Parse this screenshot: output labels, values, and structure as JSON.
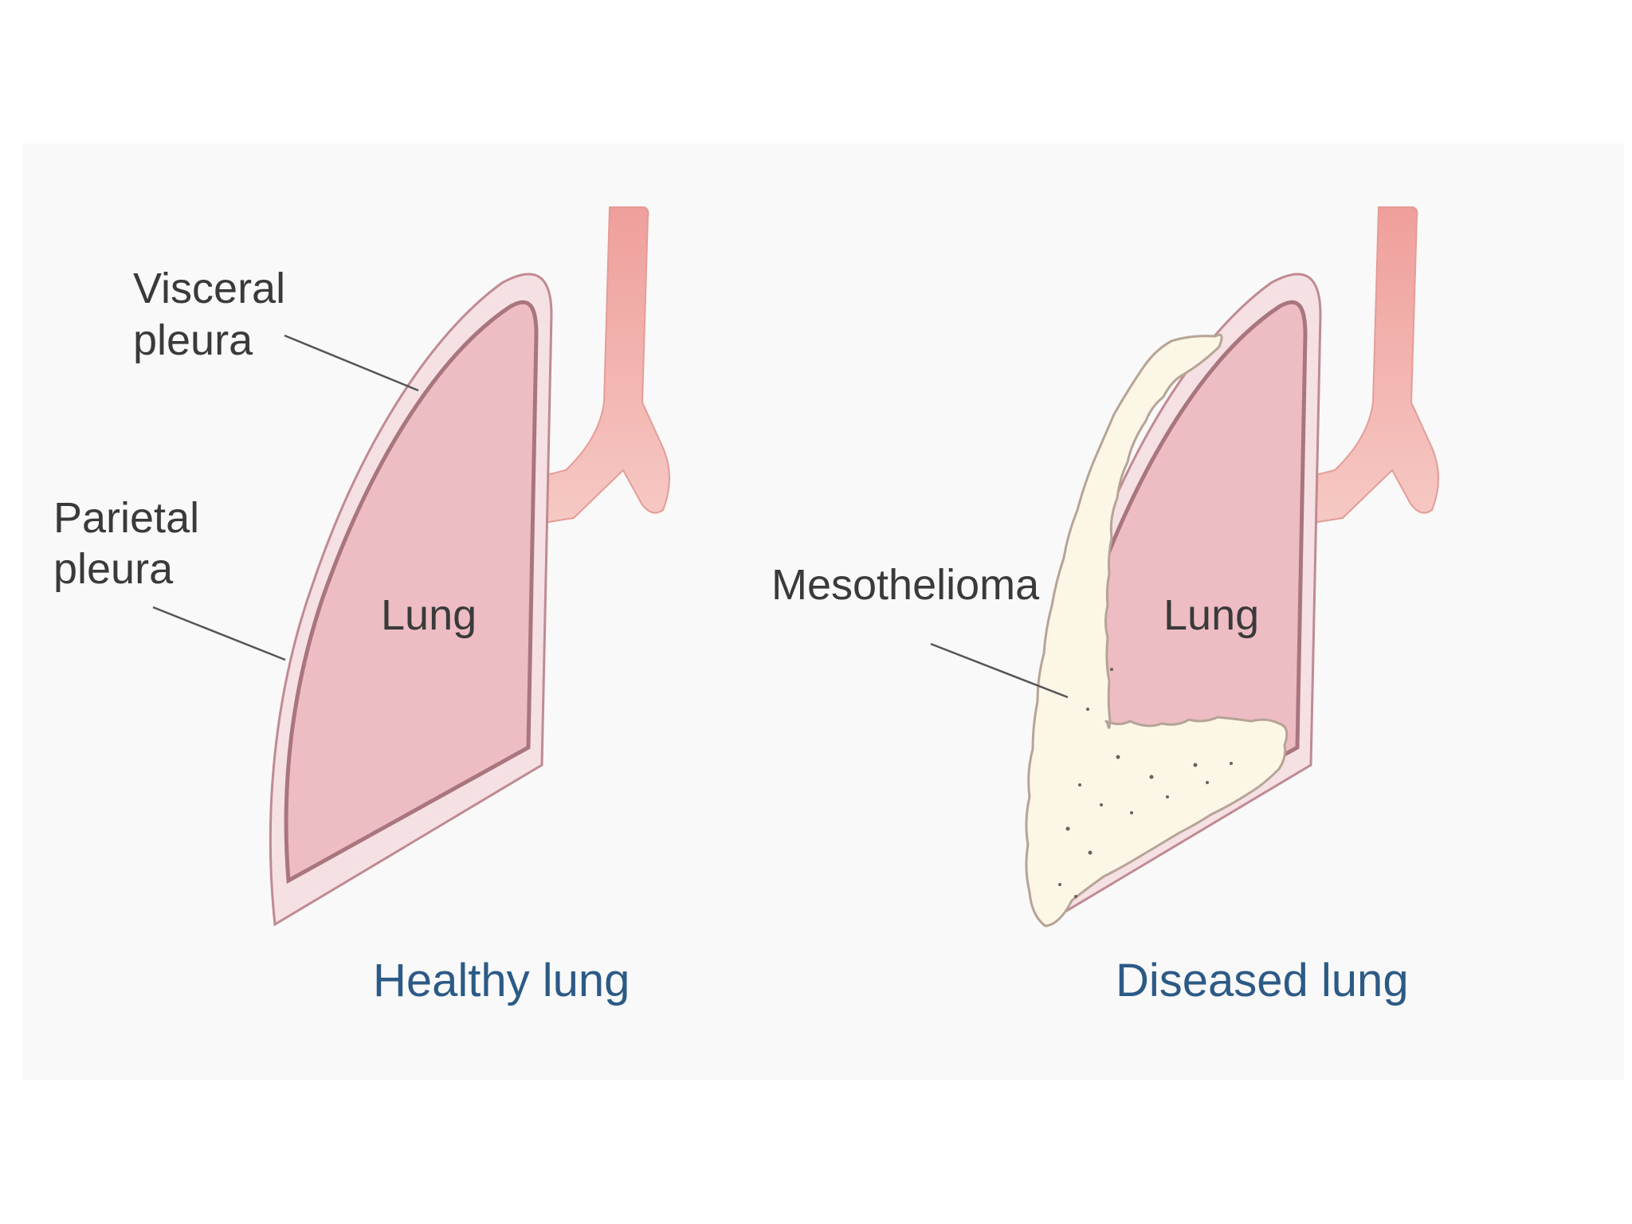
{
  "colors": {
    "page_background": "#ffffff",
    "panel_background": "#f9f9f9",
    "pleura_fill": "#f5e1e3",
    "pleura_stroke": "#c08a93",
    "lung_fill": "#eebdc4",
    "lung_stroke": "#a9757e",
    "trachea_light": "#f6c5c0",
    "trachea_dark": "#ef9f9b",
    "tumor_fill": "#fcf6e6",
    "tumor_stroke": "#b6a496",
    "leader_line": "#555555",
    "label_text": "#3a3a3a",
    "caption_text": "#2c5a86"
  },
  "healthy": {
    "visceral_label_line1": "Visceral",
    "visceral_label_line2": "pleura",
    "parietal_label_line1": "Parietal",
    "parietal_label_line2": "pleura",
    "lung_label": "Lung",
    "caption": "Healthy lung"
  },
  "diseased": {
    "tumor_label": "Mesothelioma",
    "lung_label": "Lung",
    "caption": "Diseased lung"
  }
}
